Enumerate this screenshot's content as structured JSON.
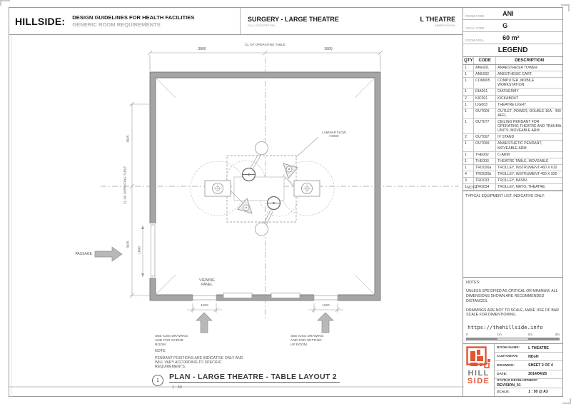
{
  "colors": {
    "accent": "#e25532",
    "wall_gray": "#a5a5a5"
  },
  "header": {
    "brand": "HILLSIDE:",
    "title": "DESIGN GUIDELINES FOR HEALTH FACILITIES",
    "subtitle": "GENERIC ROOM REQUIREMENTS",
    "full_description": "SURGERY - LARGE THEATRE",
    "full_description_caption": "FULL DESCRIPTION",
    "abbreviation": "L THEATRE",
    "abbreviation_caption": "ABBREVIATION"
  },
  "room_codes": {
    "room_code_label": "ROOM CODE",
    "room_code": "ANI",
    "arch_code_label": "ARCH. CODE",
    "arch_code": "G",
    "room_area_label": "ROOM AREA",
    "room_area": "60 m²"
  },
  "legend": {
    "title": "LEGEND",
    "columns": [
      "QTY",
      "CODE",
      "DESCRIPTION"
    ],
    "rows": [
      {
        "qty": "1",
        "code": "ANE001",
        "desc": "ANAESTHESIA TOWER"
      },
      {
        "qty": "1",
        "code": "ANE002",
        "desc": "ANESTHESIC CART."
      },
      {
        "qty": "1",
        "code": "COM005",
        "desc": "COMPUTER, MOBILE WORKSTATION."
      },
      {
        "qty": "1",
        "code": "DIA001",
        "desc": "DIATHERMY"
      },
      {
        "qty": "2",
        "code": "KIC001",
        "desc": "KICKABOUT"
      },
      {
        "qty": "1",
        "code": "LIG003",
        "desc": "THEATRE LIGHT"
      },
      {
        "qty": "1",
        "code": "OUT009",
        "desc": "OUTLET, POWER, DOUBLE 16A - 400 AFFL"
      },
      {
        "qty": "1",
        "code": "OUT077",
        "desc": "CEILING PENDANT FOR OPERATING THEATRE AND TRAUMA UNITS, MOVEABLE ARM"
      },
      {
        "qty": "2",
        "code": "OUT097",
        "desc": "IV STAND"
      },
      {
        "qty": "1",
        "code": "OUT099",
        "desc": "ANAESTHETIC PENDANT, MOVEABLE ARM"
      },
      {
        "qty": "1",
        "code": "THE002",
        "desc": "C-ARM"
      },
      {
        "qty": "1",
        "code": "THE003",
        "desc": "THEATRE TABLE, MOVEABLE"
      },
      {
        "qty": "1",
        "code": "TRO026a",
        "desc": "TROLLEY, INSTRUMENT 460 X 610"
      },
      {
        "qty": "4",
        "code": "TRO026b",
        "desc": "TROLLEY, INSTRUMENT 460 X 920"
      },
      {
        "qty": "3",
        "code": "TRO033",
        "desc": "TROLLEY, BASIN."
      },
      {
        "qty": "1",
        "code": "TRO034",
        "desc": "TROLLEY, MAYO, THEATRE.",
        "note": "NOTE"
      }
    ],
    "footer": "TYPICAL EQUIPMENT LIST. INDICATIVE ONLY."
  },
  "notes": {
    "heading": "NOTES:",
    "p1": "UNLESS SPECIFIED AS CRITICAL OR MINIMUM, ALL\nDIMENSIONS SHOWN ARE RECOMMENDED DISTANCES.",
    "p2": "DRAWINGS ARE NOT TO SCALE, MAKE USE OF BAR\nSCALE FOR DIMENTIONING.",
    "url": "https://thehillside.info"
  },
  "scale_bar": {
    "ticks": [
      "0",
      "1m",
      "2m",
      "3m"
    ]
  },
  "title_block": {
    "logo_word1": "HILL",
    "logo_word2": "SIDE",
    "room_name_label": "ROOM NAME:",
    "room_name": "L THEATRE",
    "custodian_label": "CUSTODIAN:",
    "custodian": "NDoH",
    "drawing_label": "DRAWING:",
    "drawing": "SHEET 2 OF 4",
    "date_label": "DATE:",
    "date": "2014/04/25",
    "status_label": "STATUS DEVELOPMENT:",
    "status": "REVISION_01",
    "scale_label": "SCALE:",
    "scale": "1 : 50 @ A3"
  },
  "drawing": {
    "dims": {
      "top_left": "3800",
      "top_right": "3800",
      "side_top": "3925",
      "side_bottom": "3925",
      "door_left": "1800",
      "bottom_left": "1100",
      "bottom_right": "1100"
    },
    "labels": {
      "cl_top": "CL OF OPERATING TABLE",
      "cl_side": "CL OF OPERATING TABLE",
      "passage": "PASSAGE",
      "viewing_panel": "VIEWING\nPANEL",
      "laminar": "LAMINAR FLOW\nHOOD",
      "scrub": "SEE IUSS DRAWING\nAND FOR SCRUB\nROOM",
      "setting": "SEE IUSS DRAWING\nAND FOR SETTING\nUP ROOM",
      "note_heading": "NOTE:",
      "note_body": "PENDANT POSITIONS ARE INDICATIVE ONLY AND\nWILL VARY ACCORDING TO SPECIFIC\nREQUIREMENTS.",
      "view_number": "1",
      "view_title": "PLAN - LARGE THEATRE - TABLE LAYOUT 2",
      "view_scale": "1 : 50"
    }
  }
}
